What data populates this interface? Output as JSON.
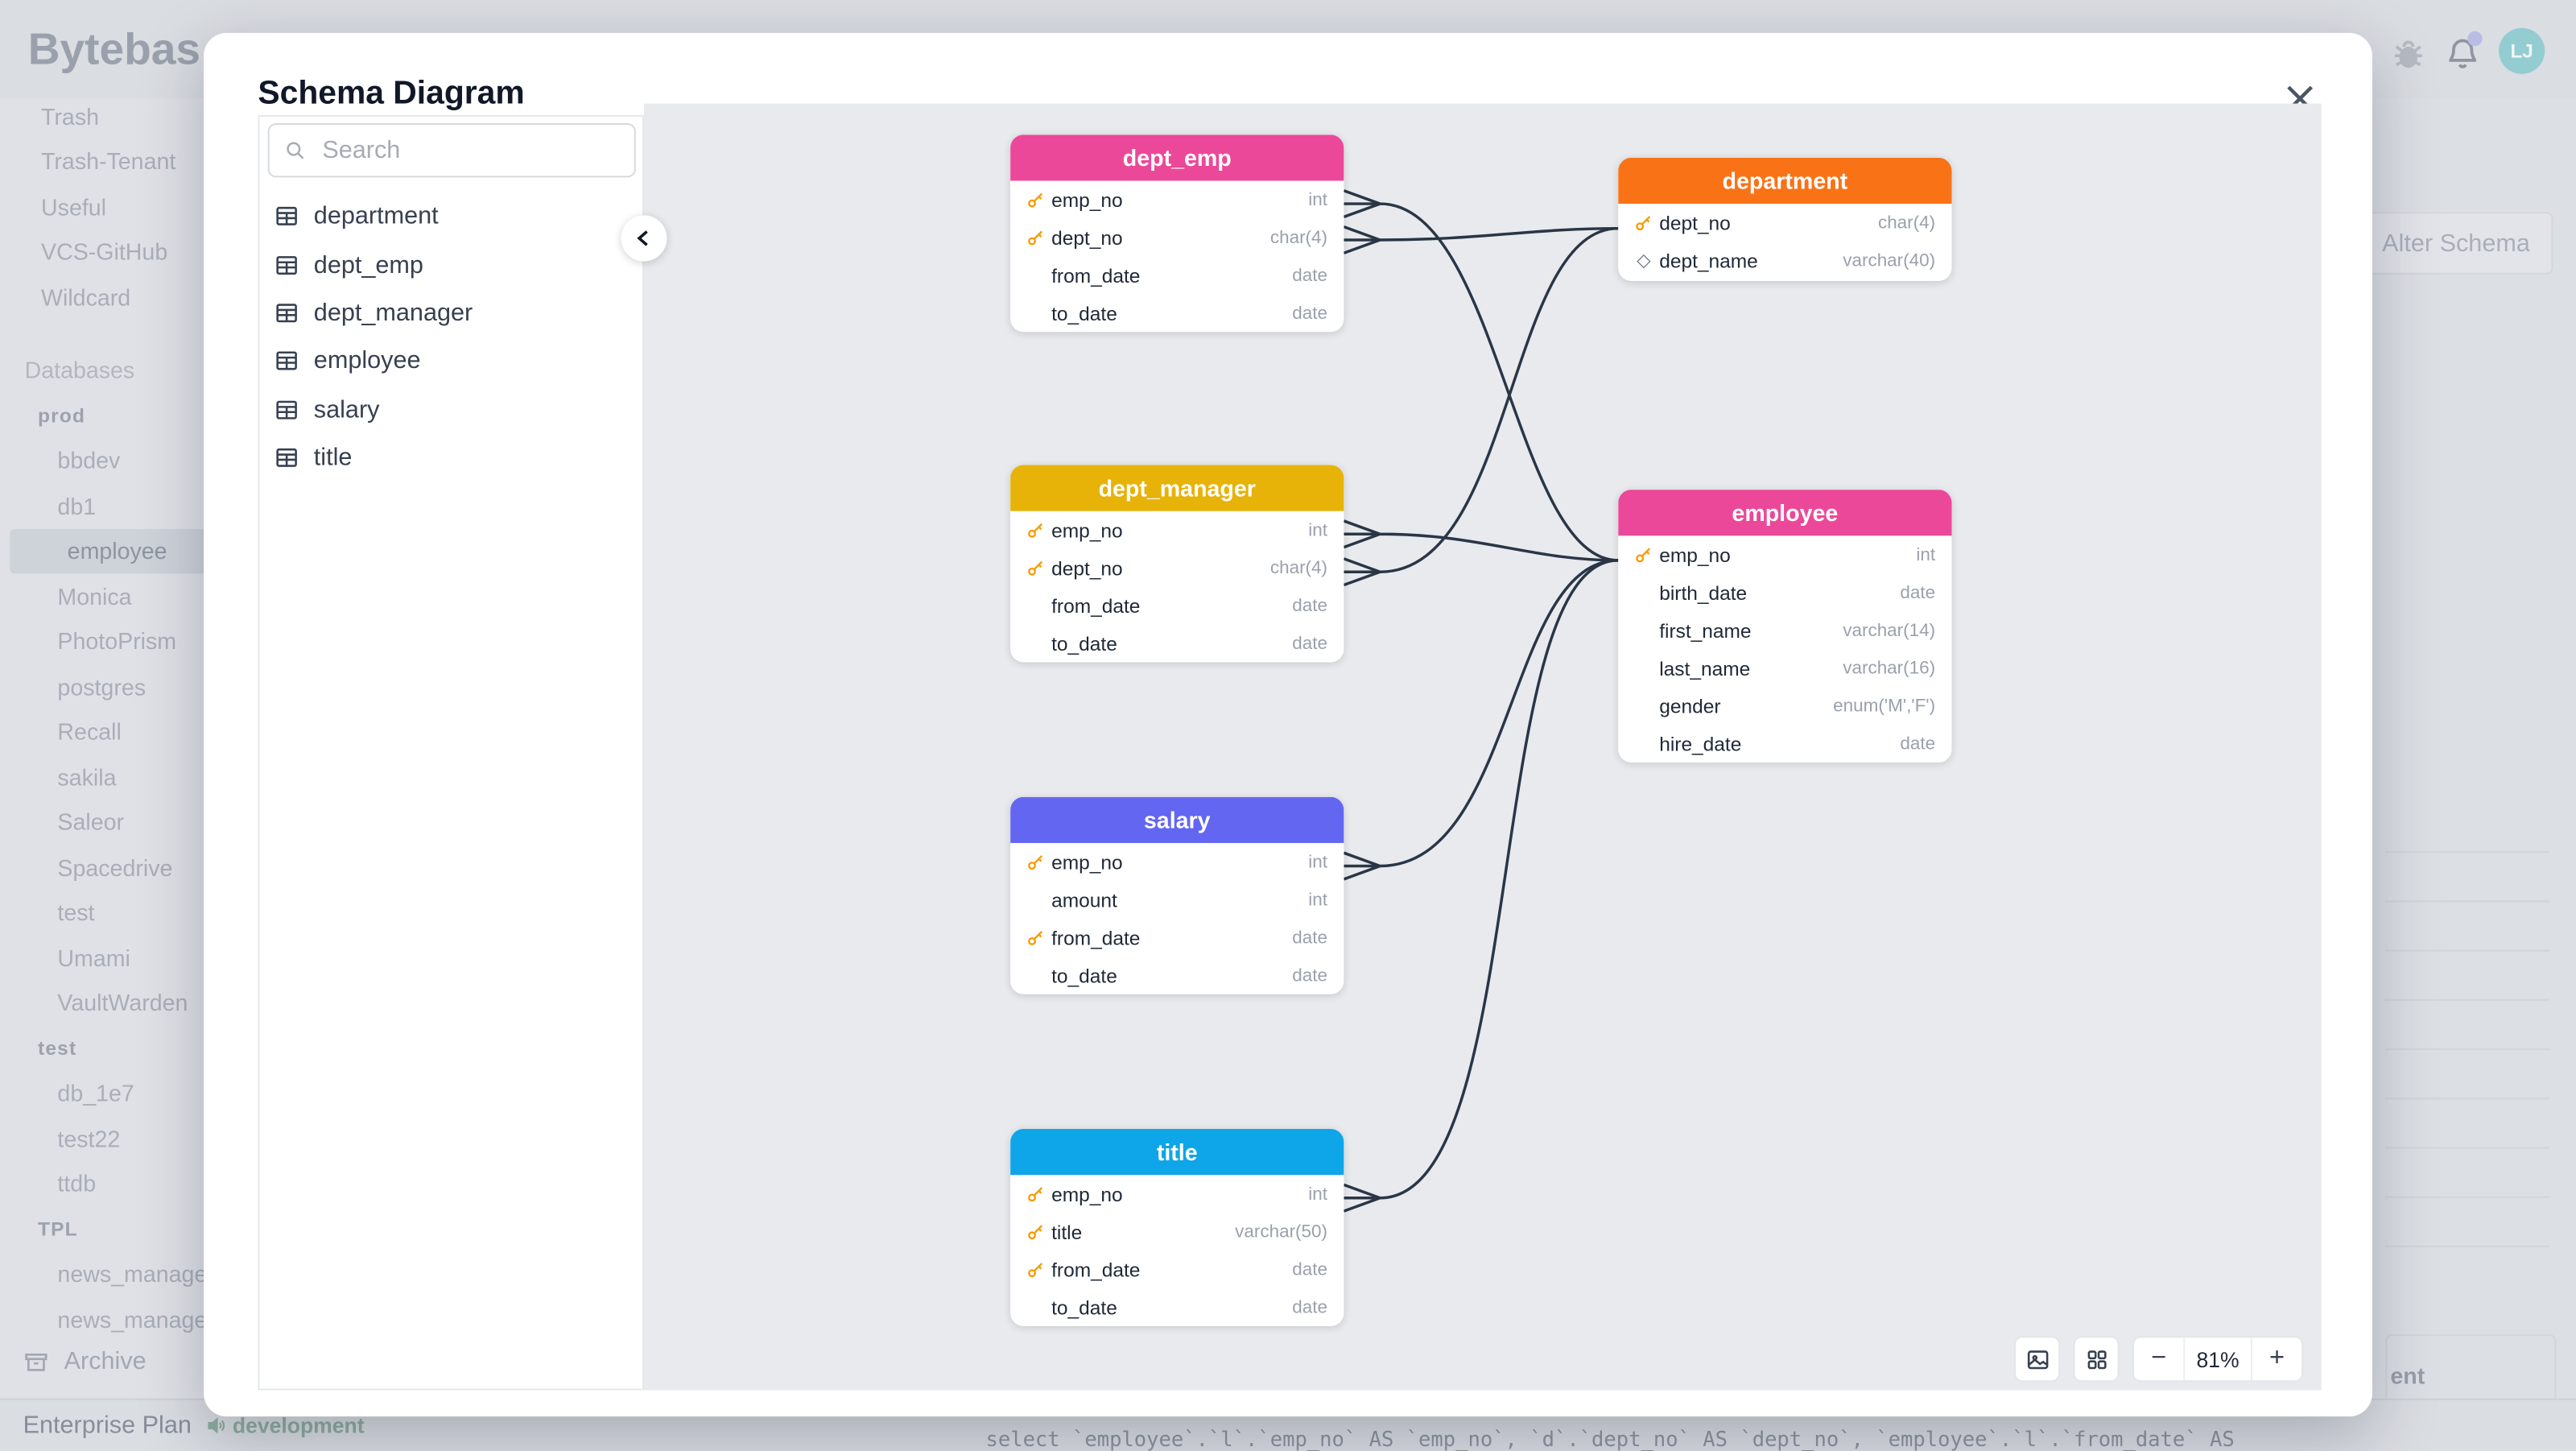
{
  "page": {
    "brand": "Bytebase",
    "avatar_initials": "LJ",
    "sidebar": {
      "top_items": [
        "Trash",
        "Trash-Tenant",
        "Useful",
        "VCS-GitHub",
        "Wildcard"
      ],
      "databases_label": "Databases",
      "groups": [
        {
          "name": "prod",
          "items": [
            "bbdev",
            "db1",
            "employee",
            "Monica",
            "PhotoPrism",
            "postgres",
            "Recall",
            "sakila",
            "Saleor",
            "Spacedrive",
            "test",
            "Umami",
            "VaultWarden"
          ]
        },
        {
          "name": "test",
          "items": [
            "db_1e7",
            "test22",
            "ttdb"
          ]
        },
        {
          "name": "TPL",
          "items": [
            "news_manage",
            "news_manage"
          ]
        }
      ],
      "selected_item": "employee",
      "archive_label": "Archive"
    },
    "footer": {
      "plan": "Enterprise Plan",
      "environment": "development"
    },
    "background": {
      "alter_schema_label": "Alter Schema",
      "fragment": "ent",
      "sql_snippet": "select `employee`.`l`.`emp_no` AS `emp_no`, `d`.`dept_no` AS `dept_no`, `employee`.`l`.`from_date` AS"
    }
  },
  "modal": {
    "title": "Schema Diagram",
    "search_placeholder": "Search",
    "table_list": [
      "department",
      "dept_emp",
      "dept_manager",
      "employee",
      "salary",
      "title"
    ],
    "diagram": {
      "edge_color": "#2a3646",
      "tables": [
        {
          "name": "dept_emp",
          "header_color": "#ec4899",
          "fields": [
            {
              "name": "emp_no",
              "type": "int",
              "key": "primary"
            },
            {
              "name": "dept_no",
              "type": "char(4)",
              "key": "primary"
            },
            {
              "name": "from_date",
              "type": "date",
              "key": ""
            },
            {
              "name": "to_date",
              "type": "date",
              "key": ""
            }
          ]
        },
        {
          "name": "department",
          "header_color": "#f97316",
          "fields": [
            {
              "name": "dept_no",
              "type": "char(4)",
              "key": "primary"
            },
            {
              "name": "dept_name",
              "type": "varchar(40)",
              "key": "index"
            }
          ]
        },
        {
          "name": "dept_manager",
          "header_color": "#e7b309",
          "fields": [
            {
              "name": "emp_no",
              "type": "int",
              "key": "primary"
            },
            {
              "name": "dept_no",
              "type": "char(4)",
              "key": "primary"
            },
            {
              "name": "from_date",
              "type": "date",
              "key": ""
            },
            {
              "name": "to_date",
              "type": "date",
              "key": ""
            }
          ]
        },
        {
          "name": "employee",
          "header_color": "#ec4899",
          "fields": [
            {
              "name": "emp_no",
              "type": "int",
              "key": "primary"
            },
            {
              "name": "birth_date",
              "type": "date",
              "key": ""
            },
            {
              "name": "first_name",
              "type": "varchar(14)",
              "key": ""
            },
            {
              "name": "last_name",
              "type": "varchar(16)",
              "key": ""
            },
            {
              "name": "gender",
              "type": "enum('M','F')",
              "key": ""
            },
            {
              "name": "hire_date",
              "type": "date",
              "key": ""
            }
          ]
        },
        {
          "name": "salary",
          "header_color": "#6366f1",
          "fields": [
            {
              "name": "emp_no",
              "type": "int",
              "key": "primary"
            },
            {
              "name": "amount",
              "type": "int",
              "key": ""
            },
            {
              "name": "from_date",
              "type": "date",
              "key": "primary"
            },
            {
              "name": "to_date",
              "type": "date",
              "key": ""
            }
          ]
        },
        {
          "name": "title",
          "header_color": "#0ea5e9",
          "fields": [
            {
              "name": "emp_no",
              "type": "int",
              "key": "primary"
            },
            {
              "name": "title",
              "type": "varchar(50)",
              "key": "primary"
            },
            {
              "name": "from_date",
              "type": "date",
              "key": "primary"
            },
            {
              "name": "to_date",
              "type": "date",
              "key": ""
            }
          ]
        }
      ]
    },
    "controls": {
      "zoom_level": "81%",
      "zoom_out": "−",
      "zoom_in": "+"
    }
  }
}
